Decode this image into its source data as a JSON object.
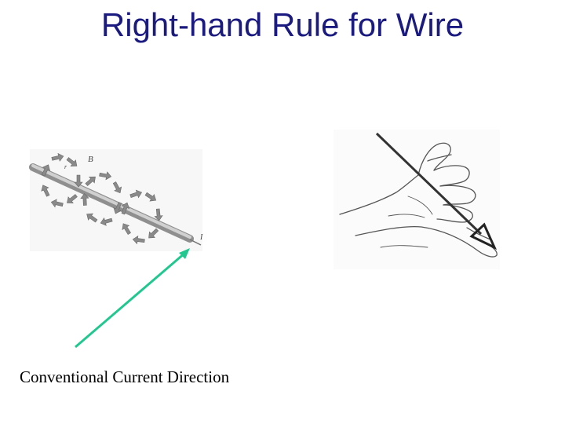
{
  "title": "Right-hand Rule for Wire",
  "caption": "Conventional Current Direction",
  "left_figure": {
    "field_label": "B",
    "current_label": "I",
    "radius_label": "r"
  },
  "colors": {
    "title": "#1a1a80",
    "pointer_arrow": "#20c890",
    "wire": "#b0b0b0",
    "field_arrows": "#8a8a8a",
    "hand_outline": "#555555",
    "current_arrow": "#333333"
  }
}
